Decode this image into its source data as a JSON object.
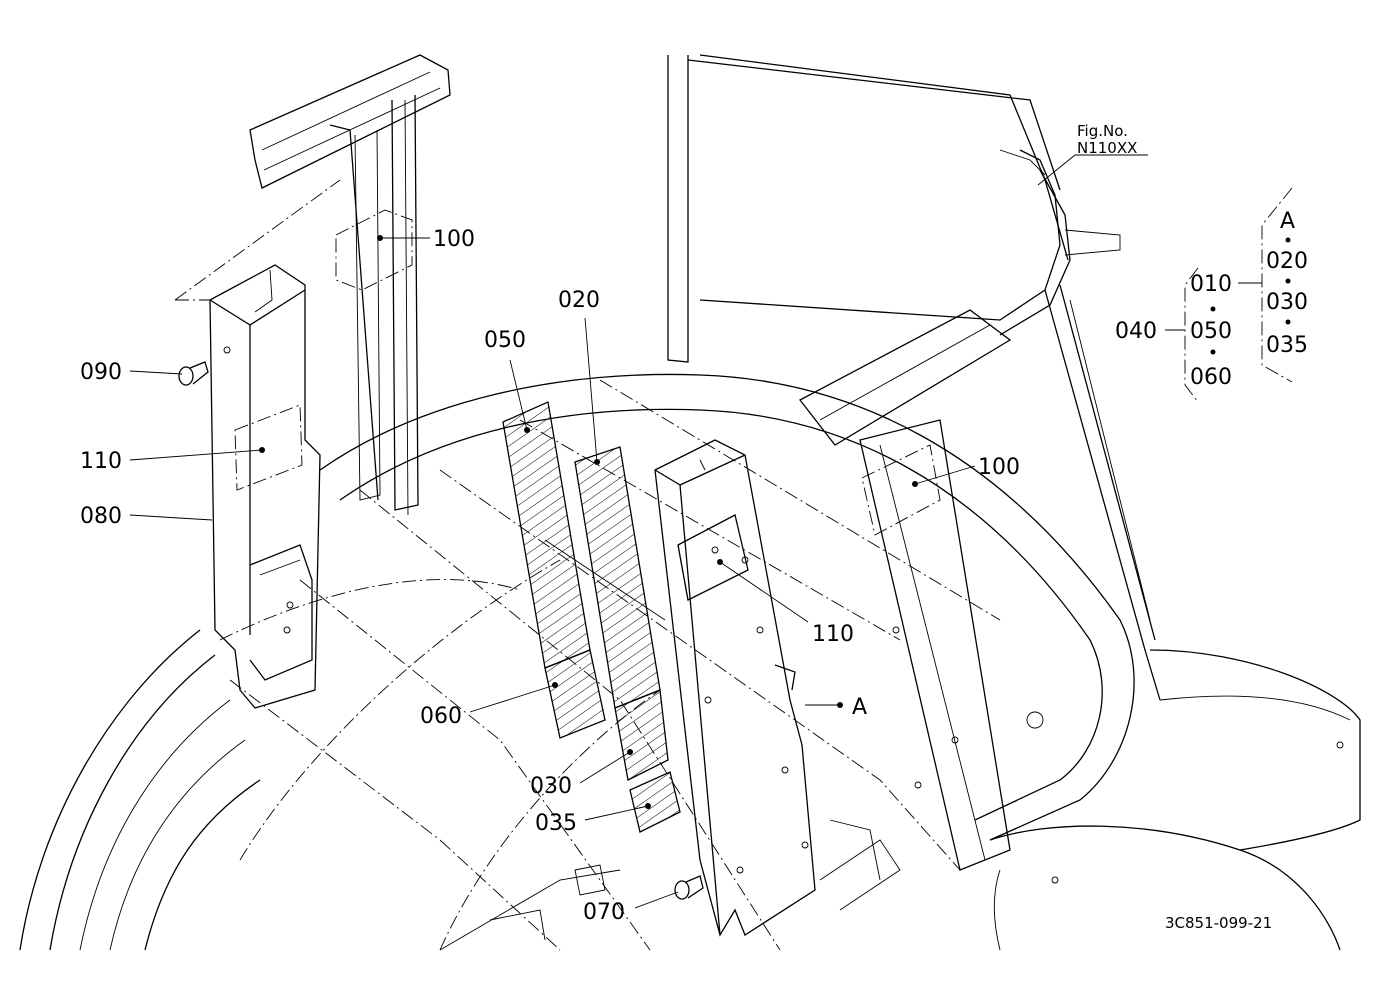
{
  "figure_ref": {
    "line1": "Fig.No.",
    "line2": "N110XX"
  },
  "drawing_number": "3C851-099-21",
  "callouts": {
    "c100a": "100",
    "c100b": "100",
    "c090": "090",
    "c110a": "110",
    "c110b": "110",
    "c080": "080",
    "c050": "050",
    "c020": "020",
    "c060": "060",
    "c030": "030",
    "c035": "035",
    "c070": "070",
    "cA": "A"
  },
  "kit": {
    "assembly": "040",
    "left_group": [
      "010",
      "050",
      "060"
    ],
    "right_group": [
      "A",
      "020",
      "030",
      "035"
    ]
  }
}
